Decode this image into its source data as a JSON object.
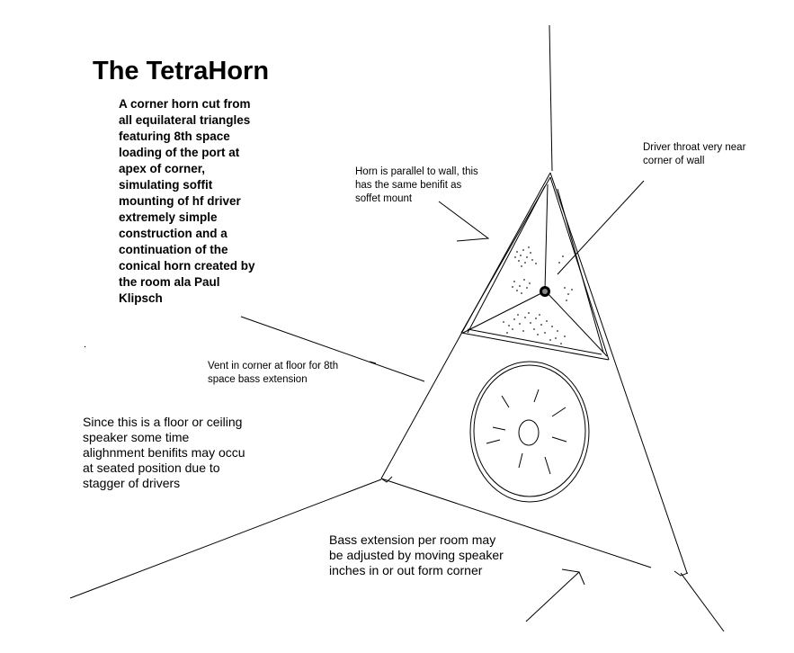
{
  "title": "The TetraHorn",
  "description": "A corner horn cut from\nall equilateral triangles\nfeaturing 8th space\nloading of the port at\napex of corner,\nsimulating soffit\nmounting of hf driver\nextremely simple\nconstruction and a\ncontinuation of the\nconical horn created by\nthe room ala Paul\nKlipsch",
  "annotations": {
    "driver_throat": "Driver throat very near\ncorner of wall",
    "horn_parallel": "Horn is parallel to wall, this\nhas the same benifit as\nsoffet mount",
    "vent": "Vent in corner at floor for 8th\nspace bass extension",
    "floor_ceiling": "Since this is a floor or ceiling\nspeaker some time\nalighnment benifits may occu\nat seated position due to\nstagger of drivers",
    "bass_extension": "Bass extension per room may\nbe adjusted by moving speaker\ninches in or out form corner"
  },
  "colors": {
    "ink": "#000000",
    "background": "#ffffff",
    "stipple": "#555555"
  }
}
